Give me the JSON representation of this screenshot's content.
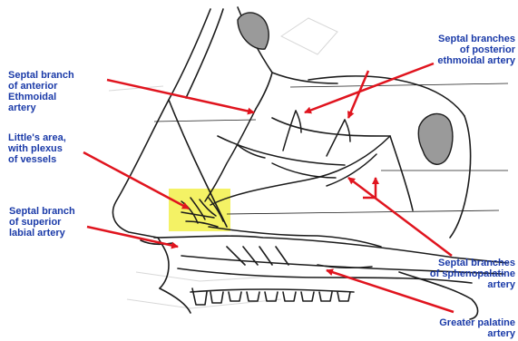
{
  "labels": {
    "ant_ethmoidal": [
      "Septal branch",
      " of anterior",
      "Ethmoidal",
      " artery"
    ],
    "littles_area": [
      "Little's area,",
      "with plexus",
      "of vessels"
    ],
    "sup_labial": [
      "Septal branch",
      " of superior",
      "labial artery"
    ],
    "post_ethmoidal": [
      "Septal branches",
      "of posterior",
      "ethmoidal artery"
    ],
    "sphenopalatine": [
      "Septal branches",
      "of sphenopalatine",
      "artery"
    ],
    "greater_palatine": [
      "Greater palatine",
      "artery"
    ]
  },
  "colors": {
    "label_text": "#1a3aa8",
    "arrow": "#e0141e",
    "highlight": "#f2f04a",
    "line_art": "#1c1c1c"
  }
}
